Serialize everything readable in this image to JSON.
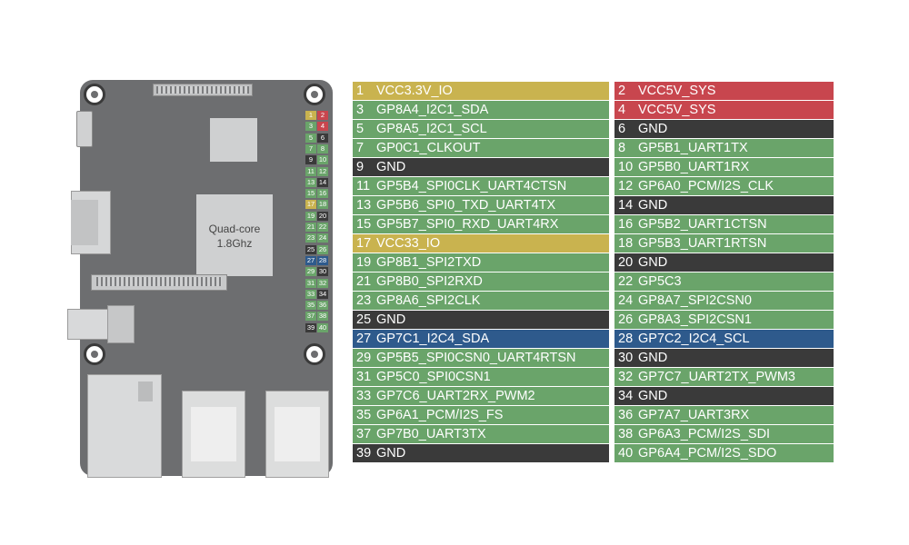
{
  "board": {
    "soc_label_line1": "Quad-core",
    "soc_label_line2": "1.8Ghz"
  },
  "colors": {
    "power33": "#c9b34f",
    "power5": "#c8464e",
    "gnd": "#3a3a3a",
    "gpio": "#6aa46a",
    "i2c4": "#2e5a8c"
  },
  "pins": [
    {
      "num": "1",
      "name": "VCC3.3V_IO",
      "type": "power33"
    },
    {
      "num": "2",
      "name": "VCC5V_SYS",
      "type": "power5"
    },
    {
      "num": "3",
      "name": "GP8A4_I2C1_SDA",
      "type": "gpio"
    },
    {
      "num": "4",
      "name": "VCC5V_SYS",
      "type": "power5"
    },
    {
      "num": "5",
      "name": "GP8A5_I2C1_SCL",
      "type": "gpio"
    },
    {
      "num": "6",
      "name": "GND",
      "type": "gnd"
    },
    {
      "num": "7",
      "name": "GP0C1_CLKOUT",
      "type": "gpio"
    },
    {
      "num": "8",
      "name": "GP5B1_UART1TX",
      "type": "gpio"
    },
    {
      "num": "9",
      "name": "GND",
      "type": "gnd"
    },
    {
      "num": "10",
      "name": "GP5B0_UART1RX",
      "type": "gpio"
    },
    {
      "num": "11",
      "name": "GP5B4_SPI0CLK_UART4CTSN",
      "type": "gpio"
    },
    {
      "num": "12",
      "name": "GP6A0_PCM/I2S_CLK",
      "type": "gpio"
    },
    {
      "num": "13",
      "name": "GP5B6_SPI0_TXD_UART4TX",
      "type": "gpio"
    },
    {
      "num": "14",
      "name": "GND",
      "type": "gnd"
    },
    {
      "num": "15",
      "name": "GP5B7_SPI0_RXD_UART4RX",
      "type": "gpio"
    },
    {
      "num": "16",
      "name": "GP5B2_UART1CTSN",
      "type": "gpio"
    },
    {
      "num": "17",
      "name": "VCC33_IO",
      "type": "power33"
    },
    {
      "num": "18",
      "name": "GP5B3_UART1RTSN",
      "type": "gpio"
    },
    {
      "num": "19",
      "name": "GP8B1_SPI2TXD",
      "type": "gpio"
    },
    {
      "num": "20",
      "name": "GND",
      "type": "gnd"
    },
    {
      "num": "21",
      "name": "GP8B0_SPI2RXD",
      "type": "gpio"
    },
    {
      "num": "22",
      "name": "GP5C3",
      "type": "gpio"
    },
    {
      "num": "23",
      "name": "GP8A6_SPI2CLK",
      "type": "gpio"
    },
    {
      "num": "24",
      "name": "GP8A7_SPI2CSN0",
      "type": "gpio"
    },
    {
      "num": "25",
      "name": "GND",
      "type": "gnd"
    },
    {
      "num": "26",
      "name": "GP8A3_SPI2CSN1",
      "type": "gpio"
    },
    {
      "num": "27",
      "name": "GP7C1_I2C4_SDA",
      "type": "i2c4"
    },
    {
      "num": "28",
      "name": "GP7C2_I2C4_SCL",
      "type": "i2c4"
    },
    {
      "num": "29",
      "name": "GP5B5_SPI0CSN0_UART4RTSN",
      "type": "gpio"
    },
    {
      "num": "30",
      "name": "GND",
      "type": "gnd"
    },
    {
      "num": "31",
      "name": "GP5C0_SPI0CSN1",
      "type": "gpio"
    },
    {
      "num": "32",
      "name": "GP7C7_UART2TX_PWM3",
      "type": "gpio"
    },
    {
      "num": "33",
      "name": "GP7C6_UART2RX_PWM2",
      "type": "gpio"
    },
    {
      "num": "34",
      "name": "GND",
      "type": "gnd"
    },
    {
      "num": "35",
      "name": "GP6A1_PCM/I2S_FS",
      "type": "gpio"
    },
    {
      "num": "36",
      "name": "GP7A7_UART3RX",
      "type": "gpio"
    },
    {
      "num": "37",
      "name": "GP7B0_UART3TX",
      "type": "gpio"
    },
    {
      "num": "38",
      "name": "GP6A3_PCM/I2S_SDI",
      "type": "gpio"
    },
    {
      "num": "39",
      "name": "GND",
      "type": "gnd"
    },
    {
      "num": "40",
      "name": "GP6A4_PCM/I2S_SDO",
      "type": "gpio"
    }
  ]
}
